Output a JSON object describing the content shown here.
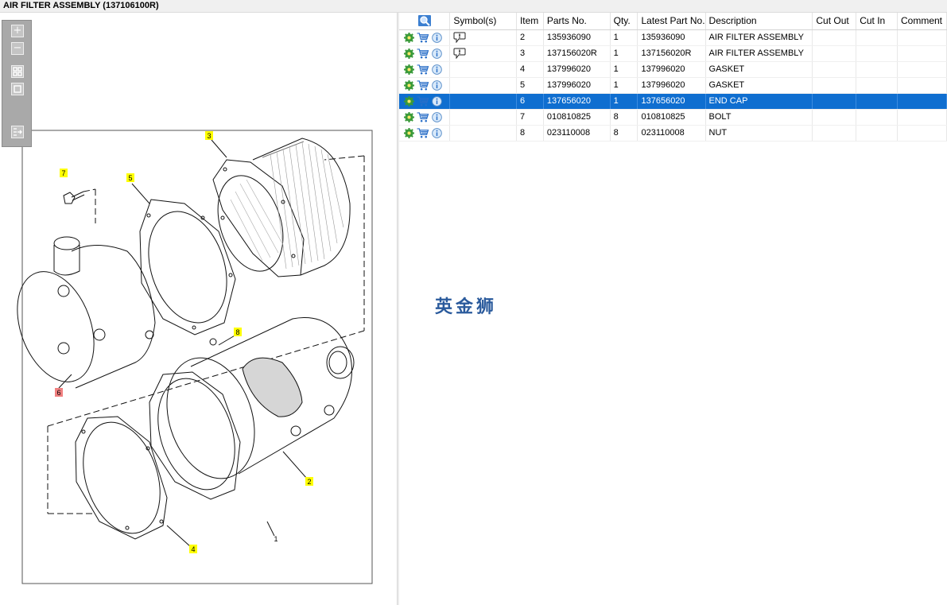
{
  "window": {
    "title": "AIR FILTER ASSEMBLY (137106100R)"
  },
  "toolbar": {
    "zoom_in_icon": "plus-icon",
    "zoom_out_icon": "minus-icon",
    "fit_all_icon": "grid-icon",
    "fit_icon": "square-icon",
    "export_icon": "list-arrow-icon"
  },
  "diagram": {
    "callouts": [
      {
        "label": "7",
        "highlight": "yellow"
      },
      {
        "label": "5",
        "highlight": "yellow"
      },
      {
        "label": "3",
        "highlight": "yellow"
      },
      {
        "label": "8",
        "highlight": "yellow"
      },
      {
        "label": "6",
        "highlight": "red"
      },
      {
        "label": "2",
        "highlight": "yellow"
      },
      {
        "label": "4",
        "highlight": "yellow"
      },
      {
        "label": "1",
        "highlight": "none"
      }
    ]
  },
  "table": {
    "columns": [
      "Symbol(s)",
      "Item",
      "Parts No.",
      "Qty.",
      "Latest Part No.",
      "Description",
      "Cut Out",
      "Cut In",
      "Comment"
    ],
    "rows": [
      {
        "symbol": "note-icon",
        "item": "2",
        "part_no": "135936090",
        "qty": "1",
        "latest": "135936090",
        "desc": "AIR FILTER ASSEMBLY",
        "cut_out": "",
        "cut_in": "",
        "comment": ""
      },
      {
        "symbol": "note-icon",
        "item": "3",
        "part_no": "137156020R",
        "qty": "1",
        "latest": "137156020R",
        "desc": "AIR FILTER ASSEMBLY",
        "cut_out": "",
        "cut_in": "",
        "comment": ""
      },
      {
        "symbol": "",
        "item": "4",
        "part_no": "137996020",
        "qty": "1",
        "latest": "137996020",
        "desc": "GASKET",
        "cut_out": "",
        "cut_in": "",
        "comment": ""
      },
      {
        "symbol": "",
        "item": "5",
        "part_no": "137996020",
        "qty": "1",
        "latest": "137996020",
        "desc": "GASKET",
        "cut_out": "",
        "cut_in": "",
        "comment": ""
      },
      {
        "symbol": "",
        "item": "6",
        "part_no": "137656020",
        "qty": "1",
        "latest": "137656020",
        "desc": "END CAP",
        "cut_out": "",
        "cut_in": "",
        "comment": "",
        "selected": true
      },
      {
        "symbol": "",
        "item": "7",
        "part_no": "010810825",
        "qty": "8",
        "latest": "010810825",
        "desc": "BOLT",
        "cut_out": "",
        "cut_in": "",
        "comment": ""
      },
      {
        "symbol": "",
        "item": "8",
        "part_no": "023110008",
        "qty": "8",
        "latest": "023110008",
        "desc": "NUT",
        "cut_out": "",
        "cut_in": "",
        "comment": ""
      }
    ]
  },
  "watermark": {
    "text": "英金狮"
  },
  "colors": {
    "selection": "#0f6ed0",
    "callout_yellow": "#ffff00",
    "callout_red": "#f08080",
    "icon_green": "#3a9a3a",
    "icon_blue": "#2a6fc8"
  }
}
